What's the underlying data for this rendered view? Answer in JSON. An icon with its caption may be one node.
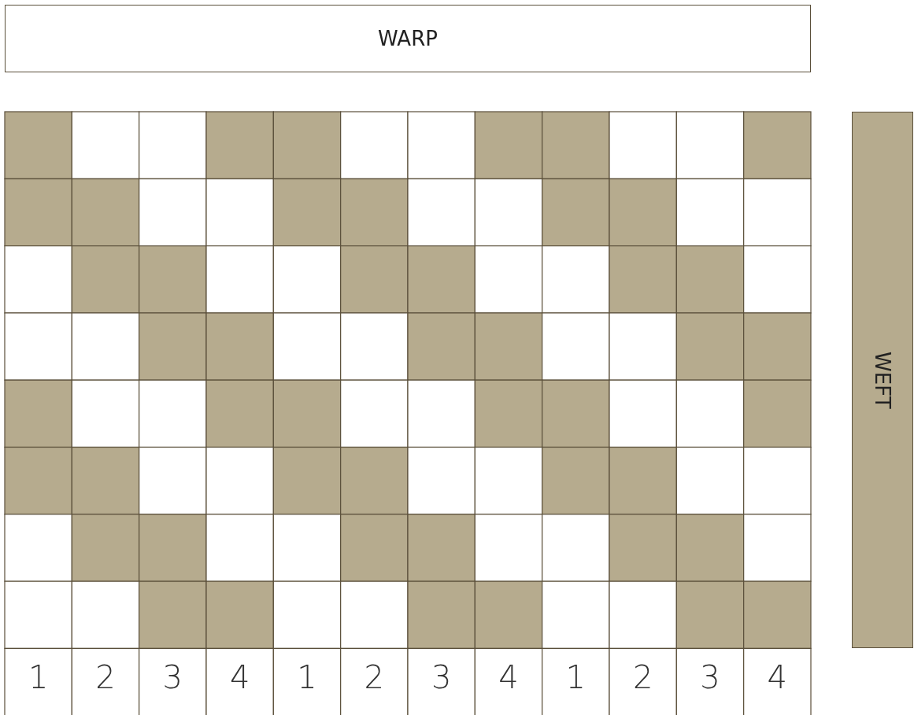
{
  "diagram": {
    "nodes": [
      {
        "text": [
          "WARP"
        ]
      },
      {
        "text": [
          "WEFT"
        ]
      }
    ],
    "labels": [
      "1",
      "2",
      "3",
      "4",
      "1",
      "2",
      "3",
      "4",
      "1",
      "2",
      "3",
      "4"
    ]
  }
}
